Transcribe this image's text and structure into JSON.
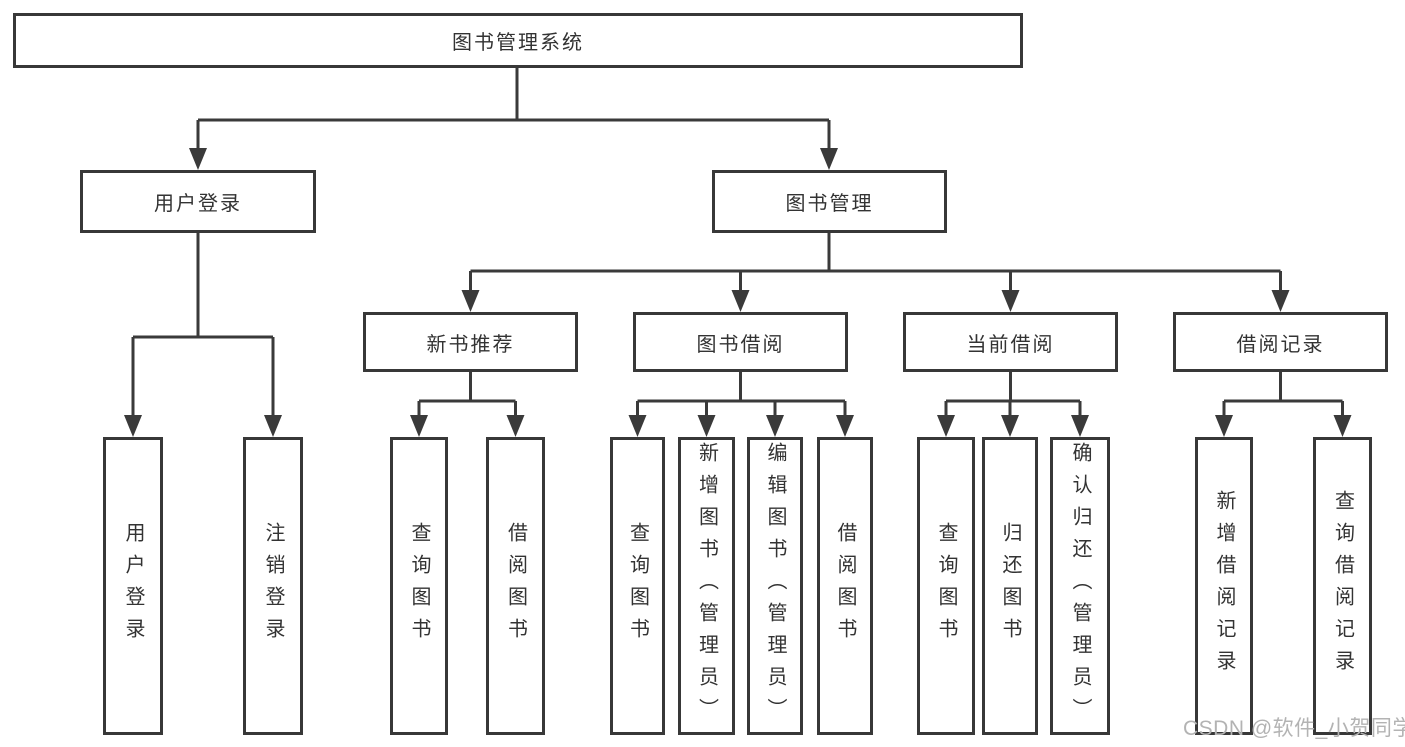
{
  "tree": {
    "root": {
      "label": "图书管理系统"
    },
    "branches": [
      {
        "label": "用户登录",
        "children": [
          {
            "label": "用户登录"
          },
          {
            "label": "注销登录"
          }
        ]
      },
      {
        "label": "图书管理",
        "children": [
          {
            "label": "新书推荐",
            "children": [
              {
                "label": "查询图书"
              },
              {
                "label": "借阅图书"
              }
            ]
          },
          {
            "label": "图书借阅",
            "children": [
              {
                "label": "查询图书"
              },
              {
                "label": "新增图书（管理员）"
              },
              {
                "label": "编辑图书（管理员）"
              },
              {
                "label": "借阅图书"
              }
            ]
          },
          {
            "label": "当前借阅",
            "children": [
              {
                "label": "查询图书"
              },
              {
                "label": "归还图书"
              },
              {
                "label": "确认归还（管理员）"
              }
            ]
          },
          {
            "label": "借阅记录",
            "children": [
              {
                "label": "新增借阅记录"
              },
              {
                "label": "查询借阅记录"
              }
            ]
          }
        ]
      }
    ]
  },
  "watermark": {
    "text": "CSDN @软件_小贺同学"
  },
  "colors": {
    "line": "#3a3a3a",
    "box_border": "#383838",
    "text": "#333333",
    "watermark": "#b3b3b3",
    "background": "#ffffff"
  }
}
